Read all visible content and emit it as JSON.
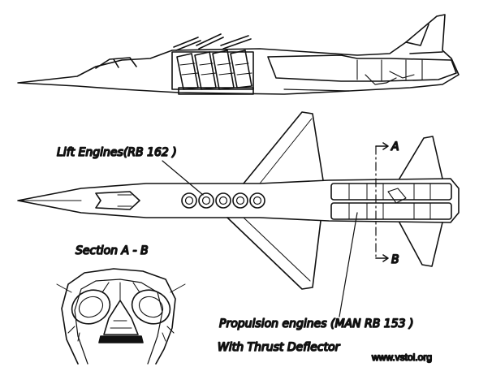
{
  "diagram": {
    "labels": {
      "lift_engines": "Lift Engines(RB 162 )",
      "section": "Section A - B",
      "propulsion_line1": "Propulsion engines (MAN RB 153 )",
      "propulsion_line2": "With Thrust Deflector",
      "section_mark_a": "A",
      "section_mark_b": "B"
    },
    "watermark": "www.vstol.org",
    "lift_engine_count": 5
  }
}
